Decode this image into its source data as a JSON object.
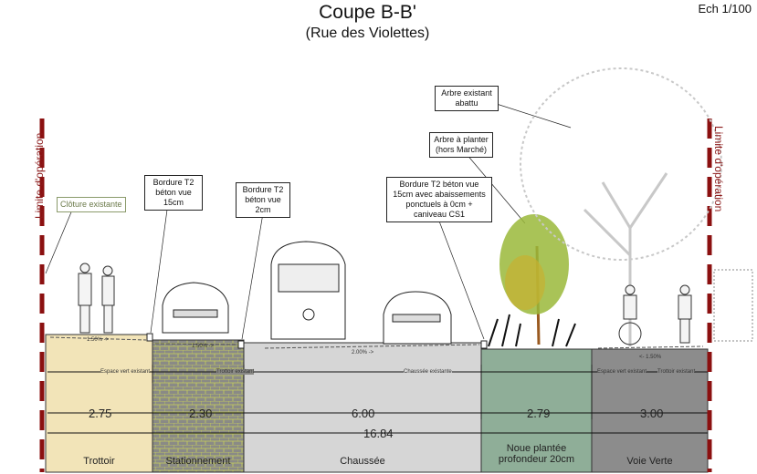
{
  "title": "Coupe B-B'",
  "subtitle": "(Rue des Violettes)",
  "scale": "Ech 1/100",
  "limit_label": "Limite d'opération",
  "annotations": {
    "cloture": "Clôture existante",
    "bordure_15": "Bordure T2 béton vue 15cm",
    "bordure_2": "Bordure T2 béton vue 2cm",
    "bordure_abaisse": "Bordure T2 béton vue 15cm avec abaissements ponctuels à 0cm + caniveau CS1",
    "arbre_planter": "Arbre à planter (hors Marché)",
    "arbre_abattu": "Arbre existant abattu"
  },
  "slopes": {
    "trottoir": "1.50% ->",
    "stationnement": "1.50% ->",
    "chaussee": "2.00% ->",
    "voie_verte": "<- 1.50%"
  },
  "existing": {
    "espace_vert_1": "Espace vert existant",
    "trottoir_1": "Trottoir existant",
    "chaussee": "Chaussée existante",
    "espace_vert_2": "Espace vert existant",
    "trottoir_2": "Trottoir existant"
  },
  "bands": [
    {
      "label": "Trottoir",
      "width": "2.75",
      "color": "#f2e4b8"
    },
    {
      "label": "Stationnement",
      "width": "2.30",
      "color": "#8a8a86"
    },
    {
      "label": "Chaussée",
      "width": "6.00",
      "color": "#d6d6d6"
    },
    {
      "label": "Noue plantée profondeur 20cm",
      "width": "2.79",
      "color": "#8fae98"
    },
    {
      "label": "Voie Verte",
      "width": "3.00",
      "color": "#8c8c8c"
    }
  ],
  "total_width": "16.84"
}
